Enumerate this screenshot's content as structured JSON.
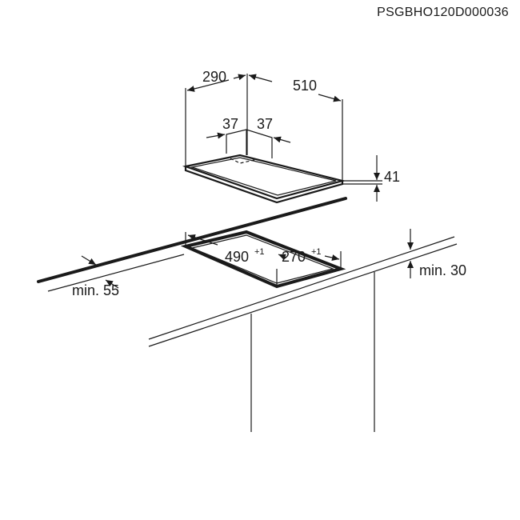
{
  "drawing_code": "PSGBHO120D000036",
  "dimensions": {
    "depth": "290",
    "width": "510",
    "offset_left": "37",
    "offset_right": "37",
    "height": "41",
    "cutout_width": "490",
    "cutout_width_tol": "+1",
    "cutout_depth": "270",
    "cutout_depth_tol": "+1",
    "min_front": "min. 55",
    "min_below": "min. 30"
  }
}
